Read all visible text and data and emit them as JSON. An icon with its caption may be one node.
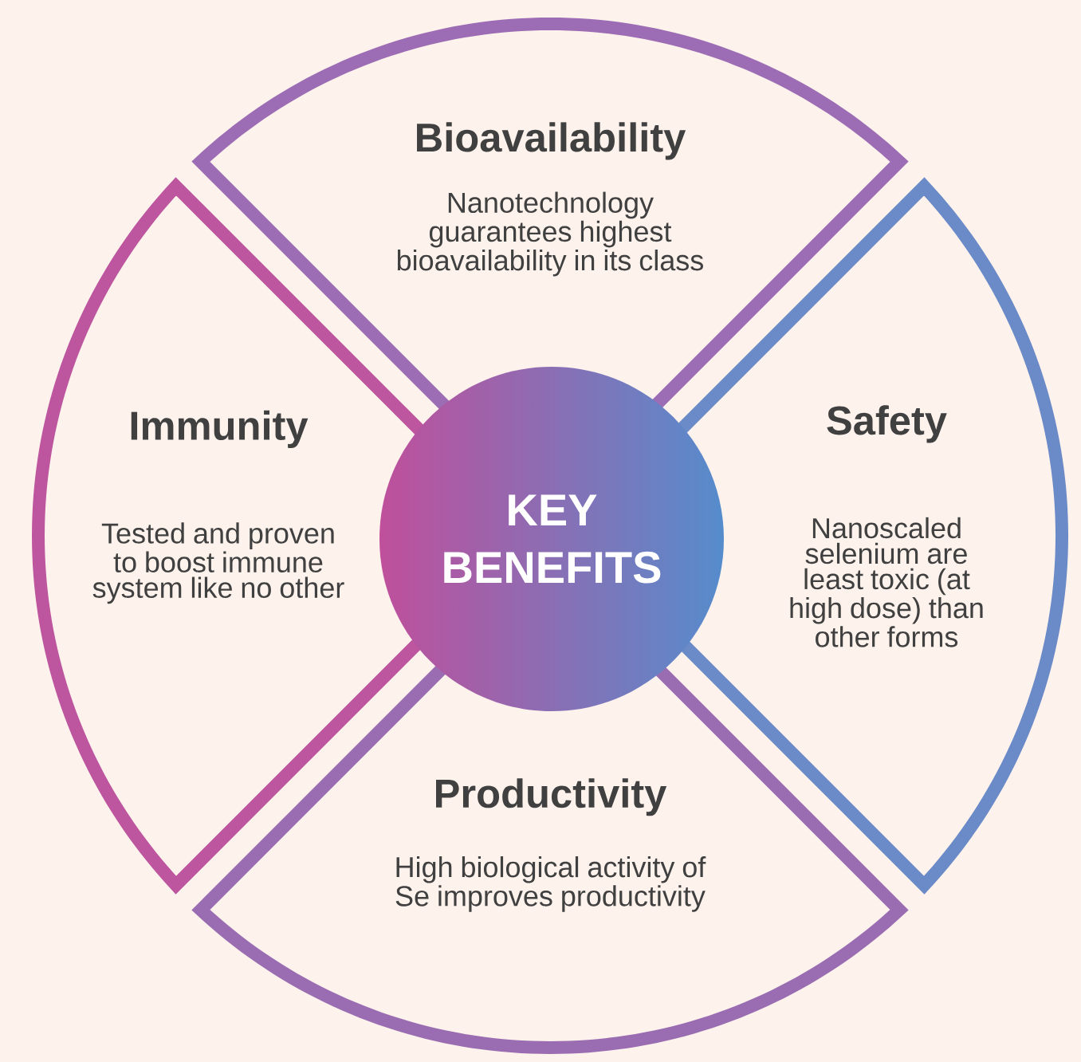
{
  "diagram": {
    "nodes": [
      {
        "text": [
          "KEY BENEFITS"
        ]
      },
      {
        "text": [
          "Bioavailability",
          "Nanotechnology guarantees highest bioavailability in its class"
        ]
      },
      {
        "text": [
          "Immunity",
          "Tested and proven to boost immune system like no other"
        ]
      },
      {
        "text": [
          "Safety",
          "Nanoscaled selenium are least toxic (at high dose) than other forms"
        ]
      },
      {
        "text": [
          "Productivity",
          "High biological activity of Se improves productivity"
        ]
      }
    ]
  }
}
